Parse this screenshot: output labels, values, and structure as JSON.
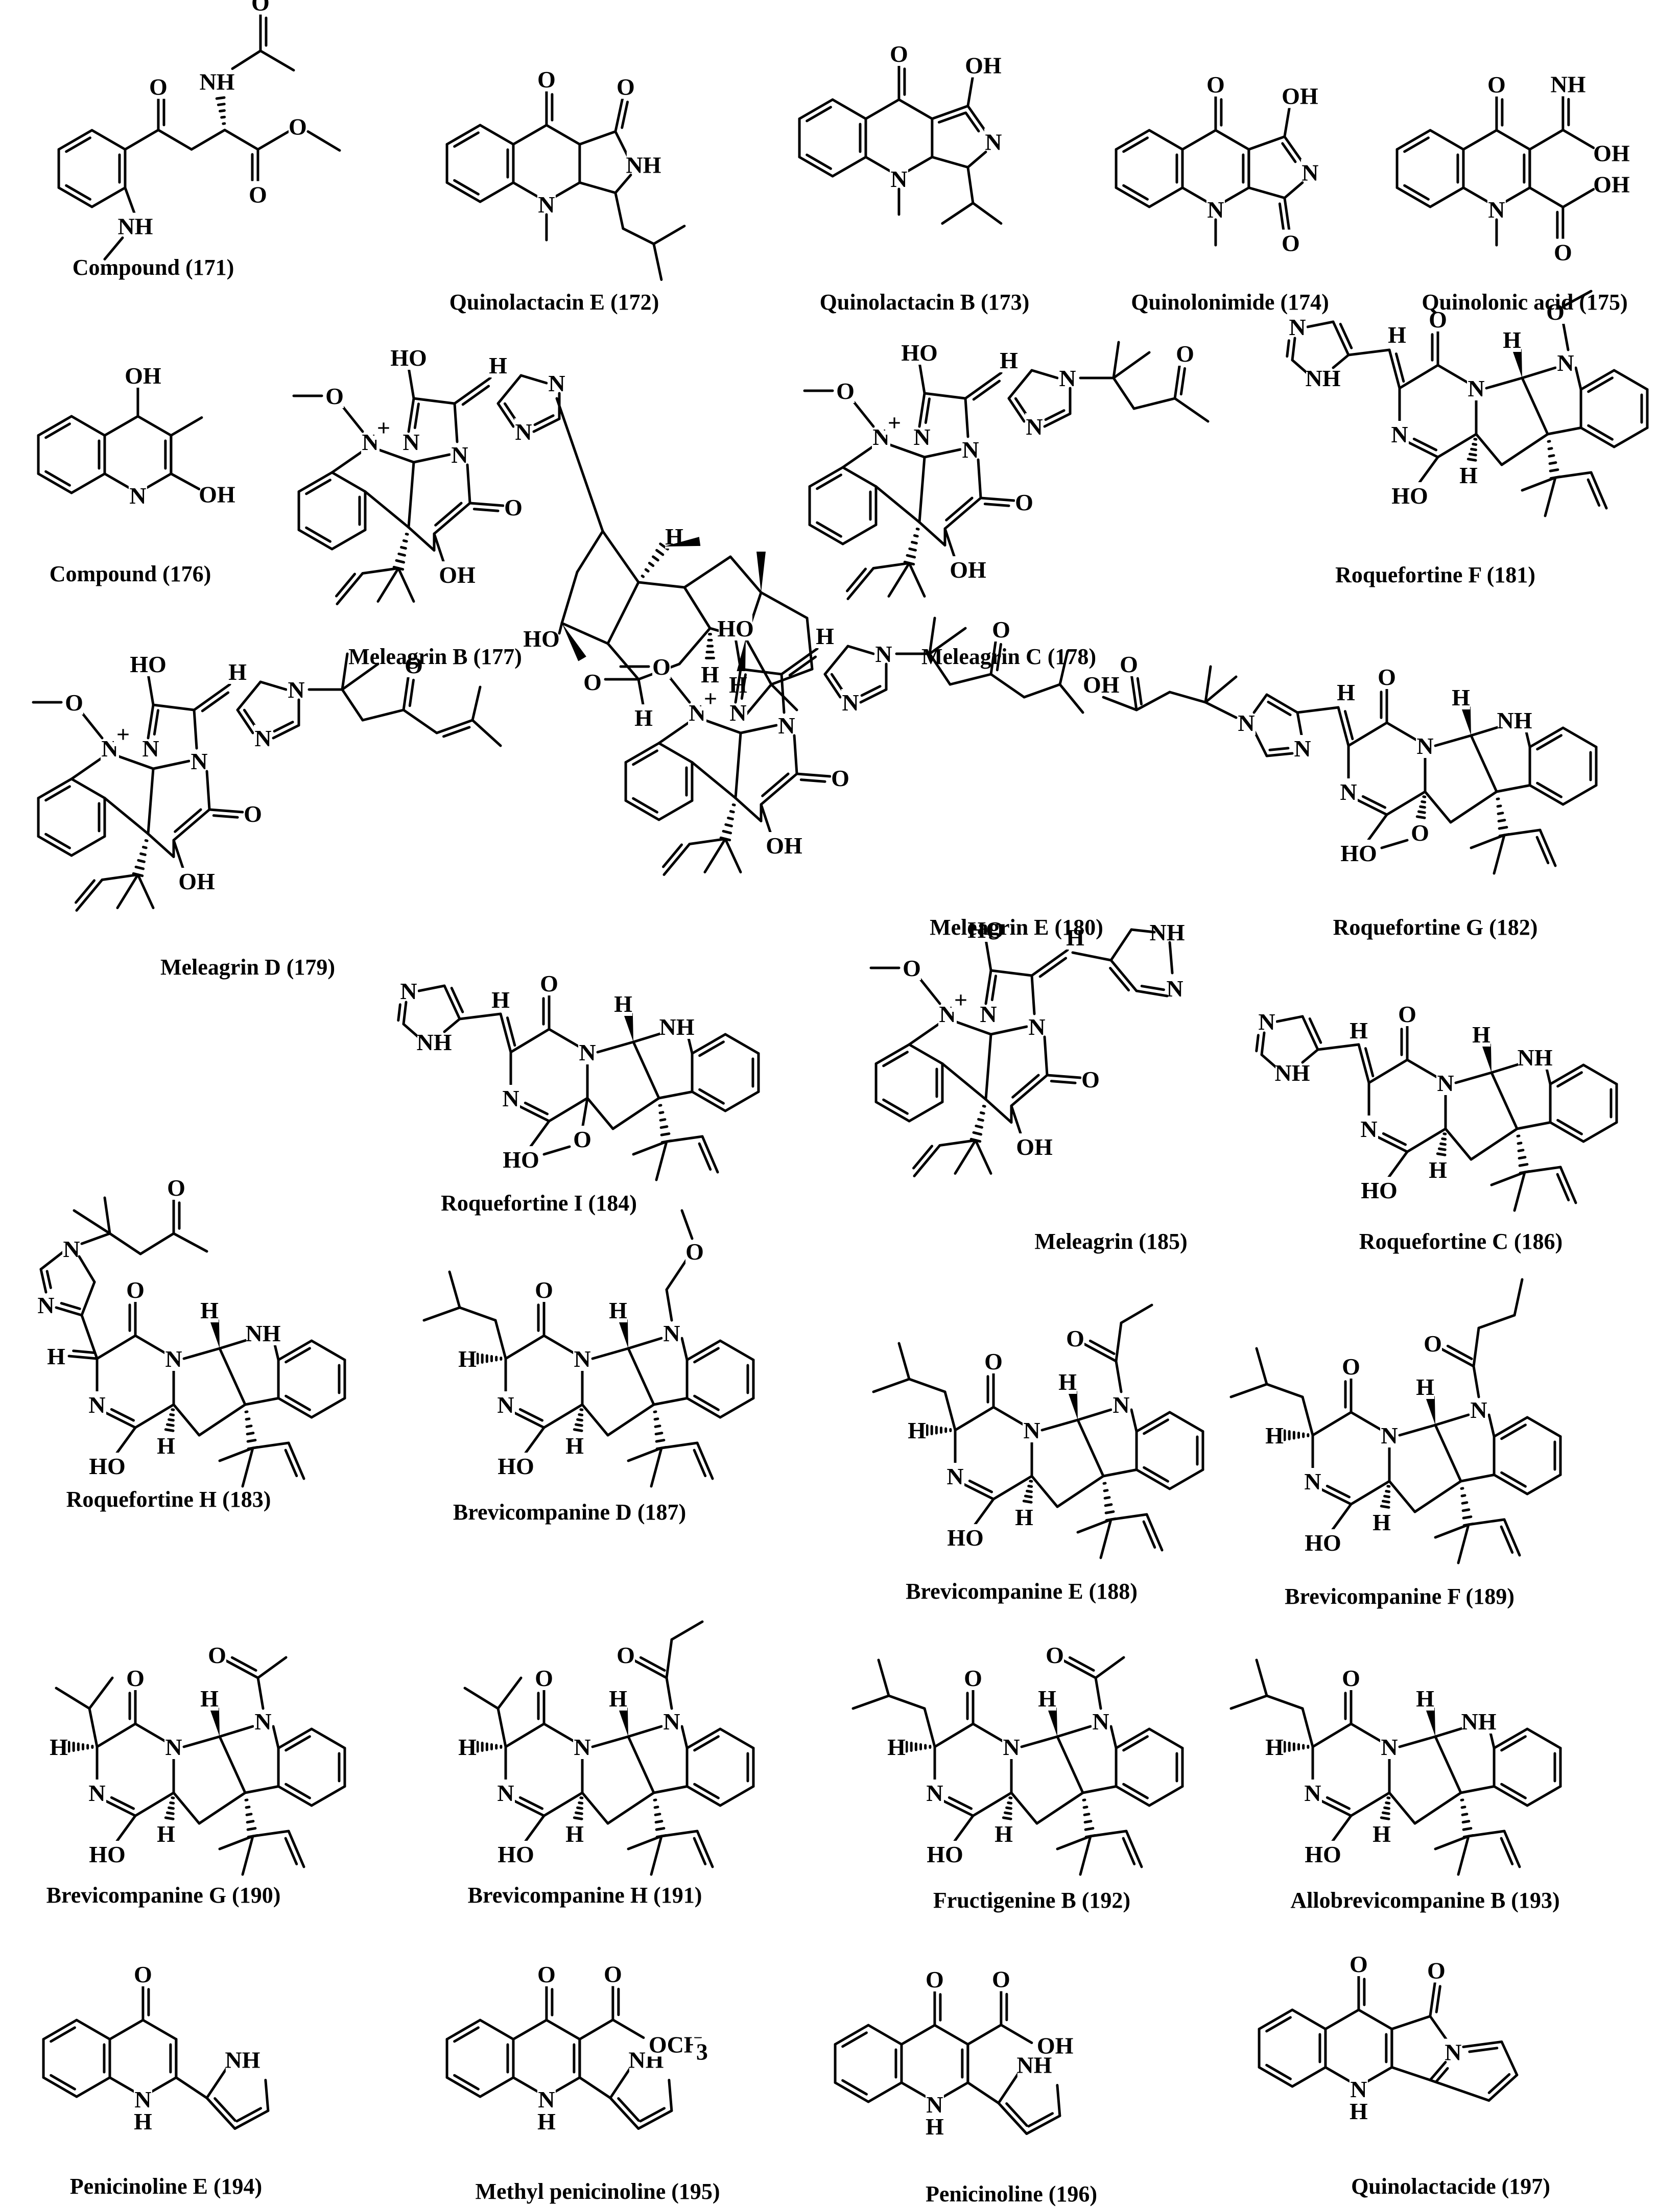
{
  "compounds": [
    {
      "label": "Compound (171)"
    },
    {
      "label": "Quinolactacin E (172)"
    },
    {
      "label": "Quinolactacin B (173)"
    },
    {
      "label": "Quinolonimide (174)"
    },
    {
      "label": "Quinolonic acid (175)"
    },
    {
      "label": "Compound (176)"
    },
    {
      "label": "Meleagrin B (177)"
    },
    {
      "label": "Meleagrin C (178)"
    },
    {
      "label": "Roquefortine F (181)"
    },
    {
      "label": "Meleagrin D (179)"
    },
    {
      "label": "Meleagrin E (180)"
    },
    {
      "label": "Roquefortine G (182)"
    },
    {
      "label": "Roquefortine I (184)"
    },
    {
      "label": "Meleagrin (185)"
    },
    {
      "label": "Roquefortine C (186)"
    },
    {
      "label": "Roquefortine H (183)"
    },
    {
      "label": "Brevicompanine D (187)"
    },
    {
      "label": "Brevicompanine E (188)"
    },
    {
      "label": "Brevicompanine F (189)"
    },
    {
      "label": "Brevicompanine G (190)"
    },
    {
      "label": "Brevicompanine H (191)"
    },
    {
      "label": "Fructigenine B (192)"
    },
    {
      "label": "Allobrevicompanine B (193)"
    },
    {
      "label": "Penicinoline E (194)"
    },
    {
      "label": "Methyl penicinoline (195)"
    },
    {
      "label": "Penicinoline (196)"
    },
    {
      "label": "Quinolactacide (197)"
    }
  ],
  "atom_labels": {
    "O": "O",
    "OH": "OH",
    "HO": "HO",
    "NH": "NH",
    "N": "N",
    "H": "H",
    "OCH3": "OCH",
    "sub3": "3",
    "N_H": "H",
    "NplusLabel": "N",
    "plus": "+"
  }
}
